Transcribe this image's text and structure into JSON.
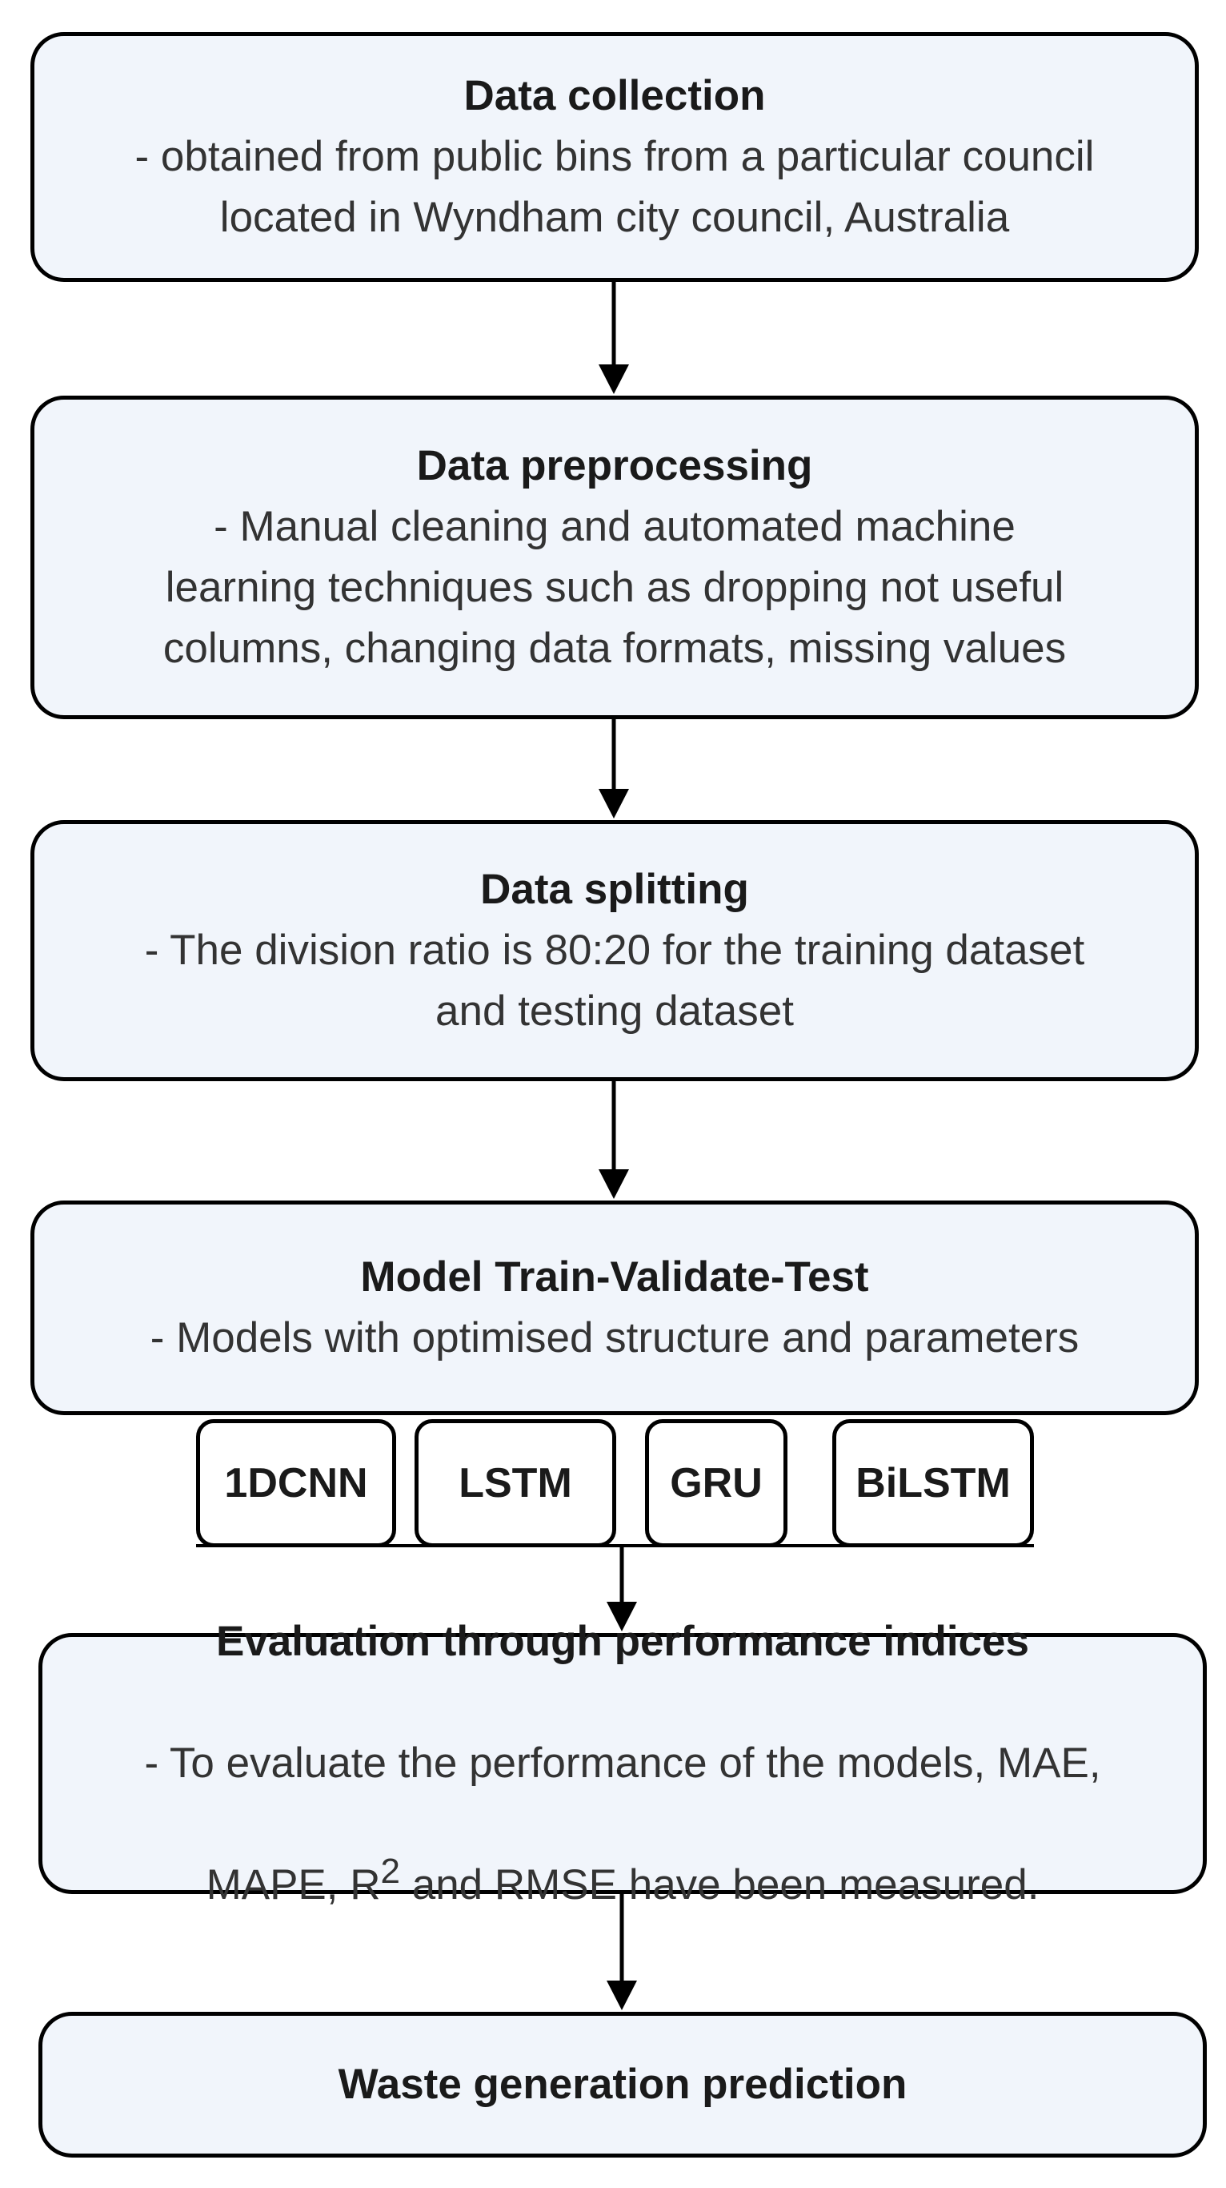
{
  "steps": [
    {
      "title": "Data collection",
      "desc": "- obtained from public bins from a particular council\nlocated in Wyndham city council, Australia"
    },
    {
      "title": "Data preprocessing",
      "desc": "- Manual cleaning and automated machine\nlearning techniques such as dropping not useful\ncolumns, changing data formats, missing values"
    },
    {
      "title": "Data splitting",
      "desc": "- The division ratio is 80:20 for the training dataset\nand testing dataset"
    },
    {
      "title": "Model Train-Validate-Test",
      "desc": "- Models with optimised structure and parameters"
    },
    {
      "title": "Evaluation through performance indices",
      "desc_line1": "- To evaluate the performance of the models, MAE,",
      "desc_line2_pre": "MAPE, R",
      "desc_line2_sup": "2",
      "desc_line2_post": " and RMSE have been measured."
    },
    {
      "title": "Waste generation prediction"
    }
  ],
  "models": [
    "1DCNN",
    "LSTM",
    "GRU",
    "BiLSTM"
  ],
  "colors": {
    "box_fill": "#f1f5fb",
    "stroke": "#000000",
    "model_fill": "#ffffff"
  }
}
